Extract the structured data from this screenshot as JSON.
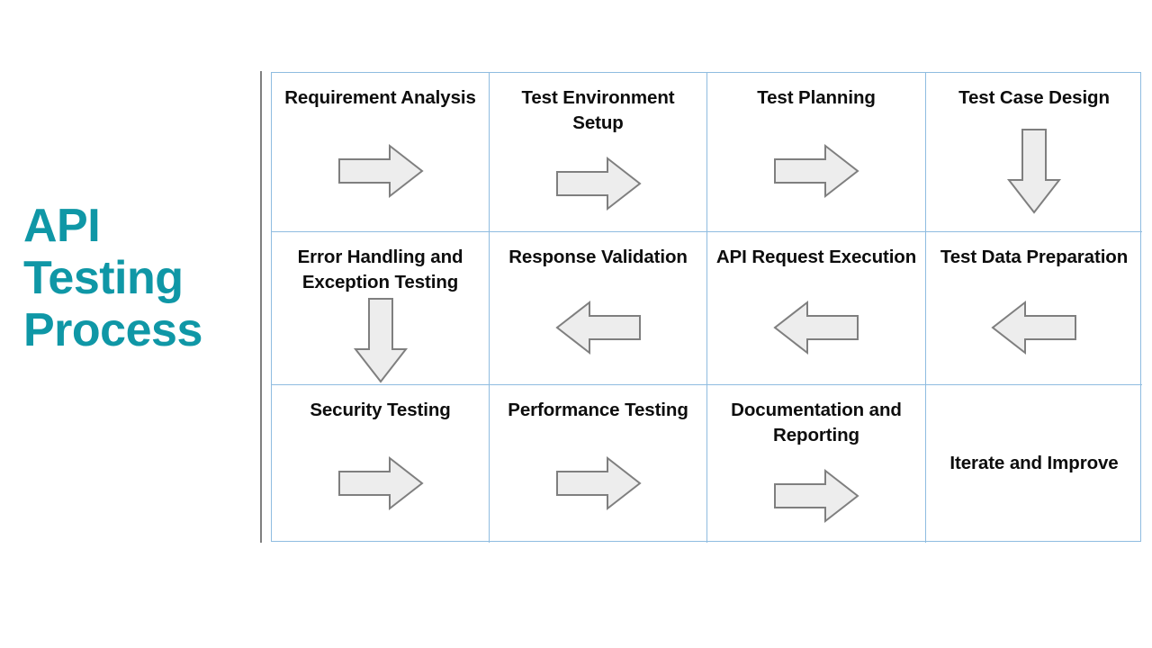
{
  "title": {
    "lines": [
      "API",
      "Testing",
      "Process"
    ],
    "color": "#0F97A6"
  },
  "theme": {
    "grid_border": "#8FBCE0",
    "divider": "#808080",
    "arrow_fill": "#EDEDED",
    "arrow_stroke": "#7F7F7F",
    "text": "#0D0D0D",
    "background": "#FFFFFF"
  },
  "grid": {
    "columns": 4,
    "rows": 3,
    "cells": [
      {
        "label": "Requirement Analysis",
        "arrow": "arrow-right",
        "arrow_icon": "right-arrow-icon"
      },
      {
        "label": "Test Environment Setup",
        "arrow": "arrow-right",
        "arrow_icon": "right-arrow-icon"
      },
      {
        "label": "Test Planning",
        "arrow": "arrow-right",
        "arrow_icon": "right-arrow-icon"
      },
      {
        "label": "Test Case Design",
        "arrow": "arrow-down",
        "arrow_icon": "down-arrow-icon"
      },
      {
        "label": "Error Handling and Exception Testing",
        "arrow": "arrow-down",
        "arrow_icon": "down-arrow-icon"
      },
      {
        "label": "Response Validation",
        "arrow": "arrow-left",
        "arrow_icon": "left-arrow-icon"
      },
      {
        "label": "API Request Execution",
        "arrow": "arrow-left",
        "arrow_icon": "left-arrow-icon"
      },
      {
        "label": "Test Data Preparation",
        "arrow": "arrow-left",
        "arrow_icon": "left-arrow-icon"
      },
      {
        "label": "Security Testing",
        "arrow": "arrow-right",
        "arrow_icon": "right-arrow-icon"
      },
      {
        "label": "Performance Testing",
        "arrow": "arrow-right",
        "arrow_icon": "right-arrow-icon"
      },
      {
        "label": "Documentation and Reporting",
        "arrow": "arrow-right",
        "arrow_icon": "right-arrow-icon"
      },
      {
        "label": "Iterate and Improve",
        "arrow": "none",
        "arrow_icon": ""
      }
    ]
  }
}
